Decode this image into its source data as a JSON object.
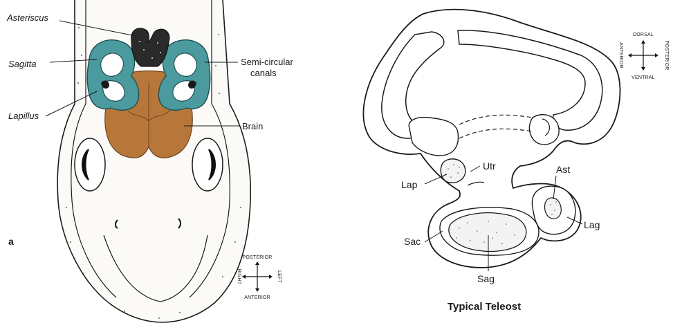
{
  "figure_a": {
    "panel_letter": "a",
    "labels": {
      "asteriscus": "Asteriscus",
      "sagitta": "Sagitta",
      "lapillus": "Lapillus",
      "semicircular_line1": "Semi-circular",
      "semicircular_line2": "canals",
      "brain": "Brain"
    },
    "compass": {
      "top": "POSTERIOR",
      "bottom": "ANTERIOR",
      "left": "RIGHT",
      "right": "LEFT"
    },
    "colors": {
      "canals": "#4a9a9e",
      "brain": "#b8773a",
      "otolith_dark": "#2a2a2a"
    }
  },
  "figure_b": {
    "title": "Typical Teleost",
    "labels": {
      "lap": "Lap",
      "utr": "Utr",
      "ast": "Ast",
      "lag": "Lag",
      "sac": "Sac",
      "sag": "Sag"
    },
    "compass": {
      "top": "DORSAL",
      "bottom": "VENTRAL",
      "left": "ANTERIOR",
      "right": "POSTERIOR"
    }
  }
}
